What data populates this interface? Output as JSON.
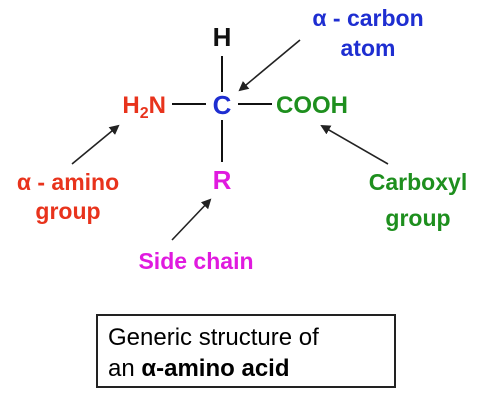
{
  "structure": {
    "hydrogen": "H",
    "amino_main": "H",
    "amino_sub": "2",
    "amino_tail": "N",
    "alpha_carbon": "C",
    "carboxyl": "COOH",
    "side_group": "R"
  },
  "annotations": {
    "alpha_carbon_line1": "α - carbon",
    "alpha_carbon_line2": "atom",
    "amino_group_line1": "α - amino",
    "amino_group_line2": "group",
    "carboxyl_group_line1": "Carboxyl",
    "carboxyl_group_line2": "group",
    "side_chain": "Side chain"
  },
  "caption": {
    "line1": "Generic structure of",
    "line2_prefix": "an ",
    "line2_bold": "α-amino acid"
  },
  "colors": {
    "bond": "#111111",
    "hydrogen": "#111111",
    "amino": "#e8331c",
    "alpha_carbon": "#1e2ed1",
    "carboxyl": "#1e8f1e",
    "side_chain": "#e01adf",
    "arrow": "#222222"
  }
}
